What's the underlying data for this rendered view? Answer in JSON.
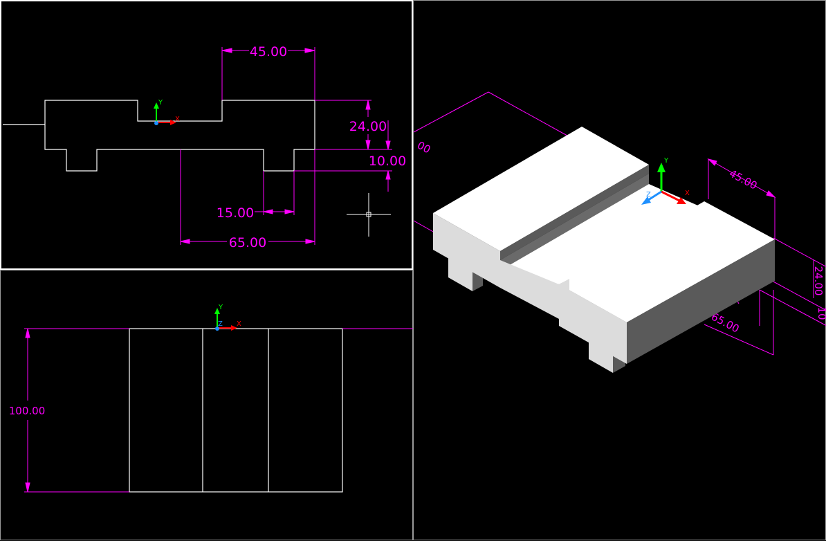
{
  "viewports": {
    "front": {
      "dimensions": {
        "d45": "45.00",
        "d24": "24.00",
        "d10": "10.00",
        "d15": "15.00",
        "d65": "65.00"
      }
    },
    "top": {
      "dimensions": {
        "d100": "100.00"
      }
    },
    "iso": {
      "dimensions": {
        "d100_partial": "00",
        "d45": "45.00",
        "d24": "24.00",
        "d10": "10",
        "d65": "65.00"
      }
    }
  },
  "ucs": {
    "x": "X",
    "y": "Y",
    "z": "Z"
  },
  "colors": {
    "background": "#000000",
    "geometry": "#ffffff",
    "dimension": "#ff00ff",
    "axis_x": "#ff0000",
    "axis_y": "#00ff00",
    "axis_z": "#1e90ff",
    "face_top": "#ffffff",
    "face_left": "#dcdcdc",
    "face_right": "#5a5a5a"
  }
}
